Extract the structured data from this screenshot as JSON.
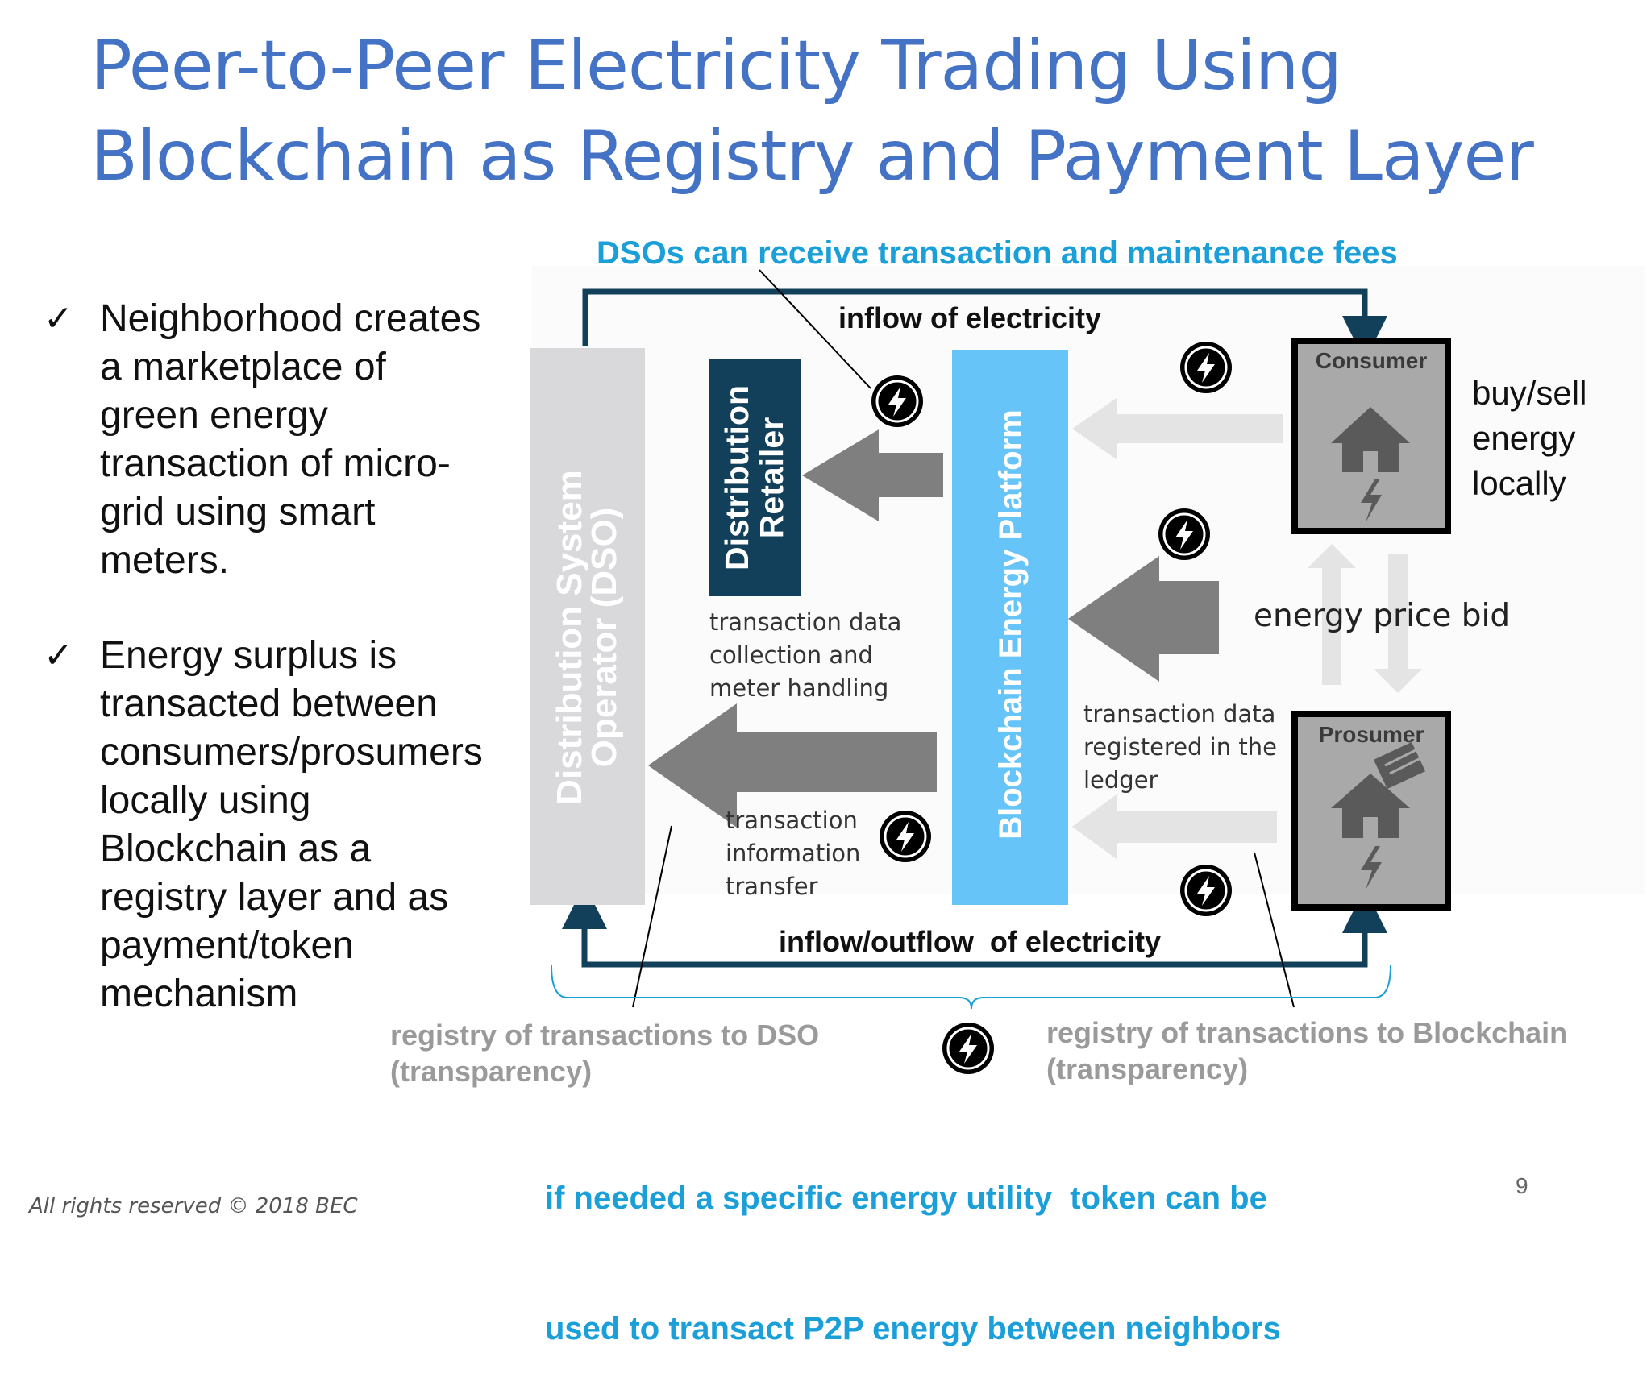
{
  "slide": {
    "title_line1": "Peer-to-Peer Electricity Trading Using",
    "title_line2": "Blockchain as Registry and Payment Layer",
    "footer": "All rights reserved © 2018 BEC",
    "page_number": "9"
  },
  "bullets": [
    {
      "check": "✓",
      "text_lines": [
        "Neighborhood creates",
        "a marketplace of",
        "green energy",
        "transaction of micro-",
        "grid using smart",
        "meters."
      ]
    },
    {
      "check": "✓",
      "text_lines": [
        "Energy surplus is",
        "transacted between",
        "consumers/prosumers",
        "locally using",
        "Blockchain as a",
        "registry layer and as",
        "payment/token",
        "mechanism"
      ]
    }
  ],
  "diagram": {
    "top_callout": "DSOs can receive transaction and maintenance fees",
    "inflow_top": "inflow of electricity",
    "inflow_bottom": "inflow/outflow  of electricity",
    "dso_line1": "Distribution System",
    "dso_line2": "Operator (DSO)",
    "retailer_line1": "Distribution",
    "retailer_line2": "Retailer",
    "platform": "Blockchain Energy Platform",
    "consumer": "Consumer",
    "prosumer": "Prosumer",
    "buy_sell": [
      "buy/sell",
      "energy",
      "locally"
    ],
    "energy_price_bid": "energy price bid",
    "tx_collection": [
      "transaction data",
      "collection and",
      "meter handling"
    ],
    "tx_registered": [
      "transaction data",
      "registered in the",
      "ledger"
    ],
    "tx_info": [
      "transaction",
      "information",
      "transfer"
    ],
    "registry_dso": [
      "registry of transactions to DSO",
      "(transparency)"
    ],
    "registry_blockchain": [
      "registry of transactions to Blockchain",
      "(transparency)"
    ],
    "token_note": [
      "if needed a specific energy utility  token can be",
      "used to transact P2P energy between neighbors"
    ],
    "colors": {
      "title": "#4472c4",
      "dso_box": "#d9d9dc",
      "retailer_box": "#123f5a",
      "platform_box": "#66c4f9",
      "line": "#123f5a",
      "callout": "#1a9fd9",
      "dark_arrow": "#7f7f80",
      "light_arrow": "#e4e4e4",
      "house": "#5a5a5a"
    }
  }
}
